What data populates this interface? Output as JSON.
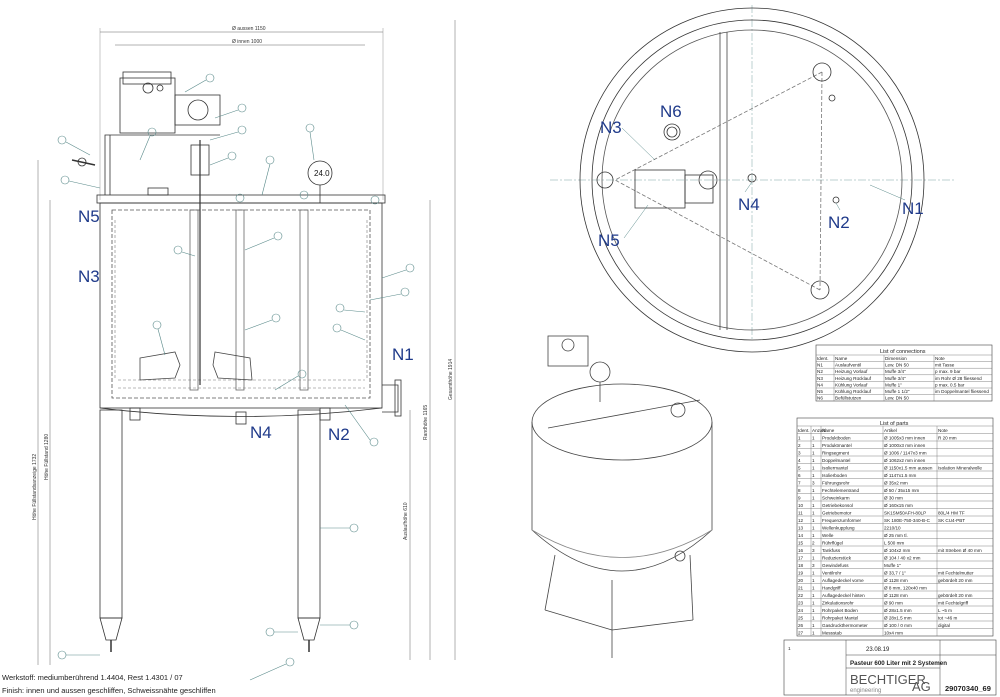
{
  "front_view": {
    "dims": {
      "outer_diameter": "Ø aussen 1150",
      "inner_diameter": "Ø innen 1000",
      "height_total": "Gesamthöhe 1914",
      "height_outlet": "Auslaufhöhe 610",
      "height_vessel": "Randhöhe 1165",
      "height_side_left_a": "Höhe Füllstandsanzeige 1732",
      "height_side_left_b": "Höhe Füllstand 1280"
    },
    "gauge_label": "24.0",
    "connections": {
      "N5": "N5",
      "N3": "N3",
      "N1": "N1",
      "N4": "N4",
      "N2": "N2"
    },
    "notes": {
      "material": "Werkstoff: mediumberührend 1.4404, Rest 1.4301 / 07",
      "finish": "Finish: innen und aussen geschliffen, Schweissnähte geschliffen"
    }
  },
  "top_view": {
    "connections": {
      "N3": "N3",
      "N6": "N6",
      "N4": "N4",
      "N2": "N2",
      "N1": "N1",
      "N5": "N5"
    }
  },
  "connections_table": {
    "title": "List of connections",
    "headers": [
      "Ident.",
      "Name",
      "Dimension",
      "Note"
    ],
    "rows": [
      [
        "N1",
        "Auslaufventil",
        "Lew. DN 50",
        "mit Tasse"
      ],
      [
        "N2",
        "Heizung Vorlauf",
        "Muffe 3/4\"",
        "p max. 9 bar"
      ],
      [
        "N3",
        "Heizung Rücklauf",
        "Muffe 3/4\"",
        "im Rohr Ø 28 fliessend"
      ],
      [
        "N4",
        "Kühlung Vorlauf",
        "Muffe 1\"",
        "p max. 0.5 bar"
      ],
      [
        "N5",
        "Kühlung Rücklauf",
        "Muffe 1 1/2\"",
        "im Doppelmantel fliessend"
      ],
      [
        "N6",
        "Befüllstutzen",
        "Lew. DN 50",
        ""
      ]
    ]
  },
  "parts_table": {
    "title": "List of parts",
    "headers": [
      "Ident.",
      "Anzahl",
      "Name",
      "Artikel",
      "Note"
    ],
    "rows": [
      [
        "1",
        "1",
        "Produktboden",
        "Ø 1005x3 mm innen",
        "R 20 mm"
      ],
      [
        "2",
        "1",
        "Produktmantel",
        "Ø 1000x3 mm innen",
        ""
      ],
      [
        "3",
        "1",
        "Ringsegment",
        "Ø 1006 / 1147x3 mm",
        ""
      ],
      [
        "4",
        "1",
        "Doppelmantel",
        "Ø 1062x2 mm innen",
        ""
      ],
      [
        "5",
        "1",
        "Isoliermantel",
        "Ø 1150x1.5 mm aussen",
        "Isolation Mineralwolle"
      ],
      [
        "6",
        "1",
        "Isolierboden",
        "Ø 1147x1.5 mm",
        ""
      ],
      [
        "7",
        "3",
        "Führungsrohr",
        "Ø 35x2 mm",
        ""
      ],
      [
        "8",
        "1",
        "Fechtelementrand",
        "Ø 50 / 35x15 mm",
        ""
      ],
      [
        "9",
        "1",
        "Schweinkarm",
        "Ø 30 mm",
        ""
      ],
      [
        "10",
        "1",
        "Getriebekonsol",
        "Ø 160x15 mm",
        ""
      ],
      [
        "11",
        "1",
        "Getriebemotor",
        "SK1SM50AFH-80LP",
        "80L/4 HM TF"
      ],
      [
        "12",
        "1",
        "Frequenzumformer",
        "SK 180E-750-340-B-C",
        "SK CU4-PBT"
      ],
      [
        "13",
        "1",
        "Wellenkupplung",
        "2210/10",
        ""
      ],
      [
        "14",
        "1",
        "Welle",
        "Ø 25 mm tl.",
        ""
      ],
      [
        "15",
        "2",
        "Rührflügel",
        "L 500 mm",
        ""
      ],
      [
        "16",
        "3",
        "Tankfuss",
        "Ø 104x2 mm",
        "mit Streben Ø 40 mm"
      ],
      [
        "17",
        "1",
        "Reduzierstück",
        "Ø 104 / 40 x2 mm",
        ""
      ],
      [
        "18",
        "3",
        "Gewindefuss",
        "Muffe 1\"",
        ""
      ],
      [
        "19",
        "1",
        "Ventilrohr",
        "Ø 33,7 / 1\"",
        "mit Fechtelmutter"
      ],
      [
        "20",
        "1",
        "Auflagedeckel vorne",
        "Ø 1128 mm",
        "gebördelt 20 mm"
      ],
      [
        "21",
        "1",
        "Handgriff",
        "Ø 8 mm, 120x40 mm",
        ""
      ],
      [
        "22",
        "1",
        "Auflagedeckel hinten",
        "Ø 1128 mm",
        "gebördelt 20 mm"
      ],
      [
        "23",
        "1",
        "Zirkulationsrohr",
        "Ø 90 mm",
        "mit Fechtelgriff"
      ],
      [
        "24",
        "1",
        "Rohrpaket Boden",
        "Ø 28x1.5 mm",
        "L ~5 m"
      ],
      [
        "25",
        "1",
        "Rohrpaket Mantel",
        "Ø 28x1.5 mm",
        "tot ~46 m"
      ],
      [
        "26",
        "1",
        "Gasdruckthermometer",
        "Ø 100 / 0 mm",
        "digital"
      ],
      [
        "27",
        "1",
        "Messstab",
        "10x4 mm",
        ""
      ]
    ]
  },
  "title_block": {
    "sheet": "1",
    "date": "23.08.19",
    "title": "Pasteur 600 Liter mit 2 Systemen",
    "company": "BECHTIGER",
    "company_sub": "engineering",
    "company_suffix": "AG",
    "drawing_number": "29070340_69"
  }
}
